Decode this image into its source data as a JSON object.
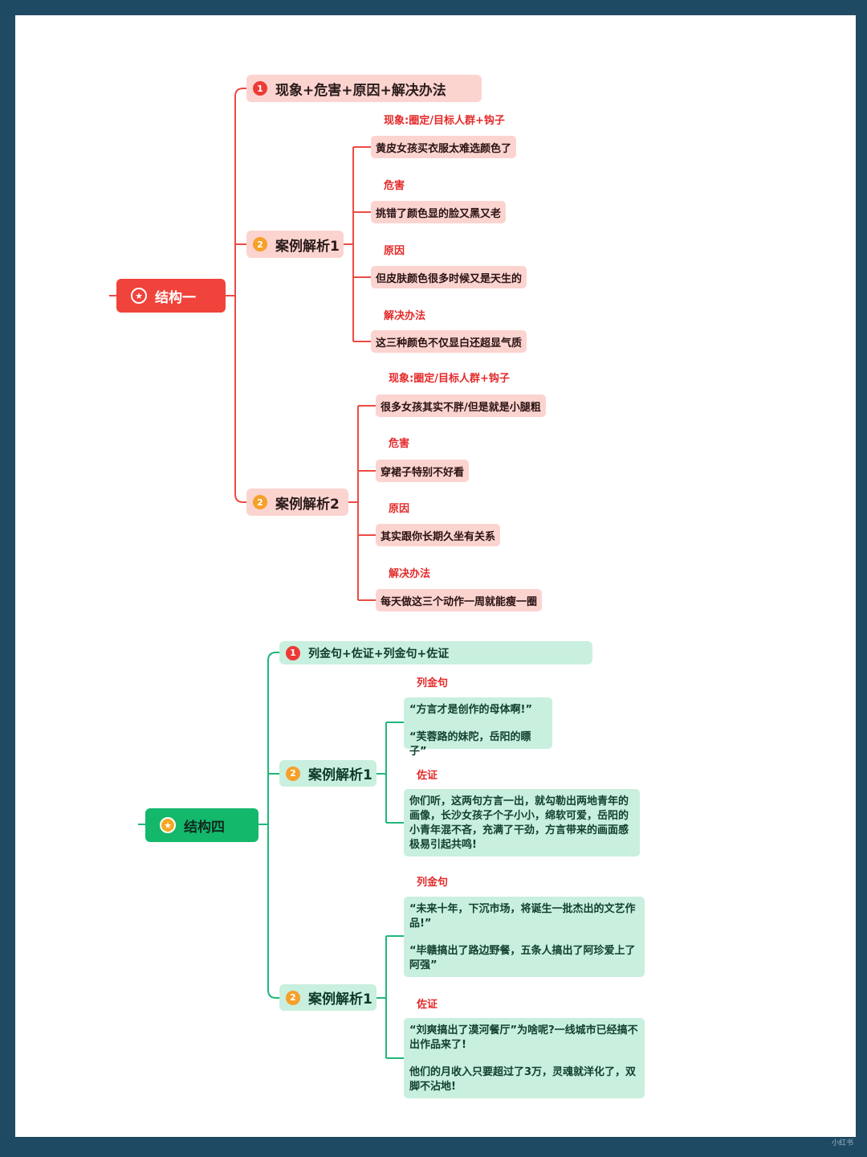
{
  "structure_one": {
    "root": "结构一",
    "formula": "现象+危害+原因+解决办法",
    "formula_num": "1",
    "case1": {
      "num": "2",
      "title": "案例解析1",
      "items": [
        {
          "label": "现象:圈定/目标人群+钩子",
          "text": "黄皮女孩买衣服太难选颜色了"
        },
        {
          "label": "危害",
          "text": "挑错了颜色显的脸又黑又老"
        },
        {
          "label": "原因",
          "text": "但皮肤颜色很多时候又是天生的"
        },
        {
          "label": "解决办法",
          "text": "这三种颜色不仅显白还超显气质"
        }
      ]
    },
    "case2": {
      "num": "2",
      "title": "案例解析2",
      "items": [
        {
          "label": "现象:圈定/目标人群+钩子",
          "text": "很多女孩其实不胖/但是就是小腿粗"
        },
        {
          "label": "危害",
          "text": "穿裙子特别不好看"
        },
        {
          "label": "原因",
          "text": "其实跟你长期久坐有关系"
        },
        {
          "label": "解决办法",
          "text": "每天做这三个动作一周就能瘦一圈"
        }
      ]
    }
  },
  "structure_four": {
    "root": "结构四",
    "formula": "列金句+佐证+列金句+佐证",
    "formula_num": "1",
    "case1": {
      "num": "2",
      "title": "案例解析1",
      "label1": "列金句",
      "quote1": "“方言才是创作的母体啊!”",
      "quote2": "“芙蓉路的妹陀，岳阳的瞟子”",
      "label2": "佐证",
      "proof": "你们听，这两句方言一出，就勾勒出两地青年的画像，长沙女孩子个子小小，绵软可爱，岳阳的小青年混不吝，充满了干劲，方言带来的画面感极易引起共鸣!"
    },
    "case2": {
      "num": "2",
      "title": "案例解析1",
      "label1": "列金句",
      "quote1": "“未来十年，下沉市场，将诞生一批杰出的文艺作品!”",
      "quote2": "“毕赣搞出了路边野餐，五条人搞出了阿珍爱上了阿强”",
      "label2": "佐证",
      "proof1": "“刘爽搞出了漠河餐厅”为啥呢?一线城市已经搞不出作品来了!",
      "proof2": "他们的月收入只要超过了3万，灵魂就洋化了，双脚不沾地!"
    }
  },
  "watermark": "小红书",
  "colors": {
    "red": "#f0433b",
    "red_light": "#fbd4d0",
    "green": "#14b86b",
    "green_light": "#c9efdf",
    "frame": "#1f4a63"
  }
}
